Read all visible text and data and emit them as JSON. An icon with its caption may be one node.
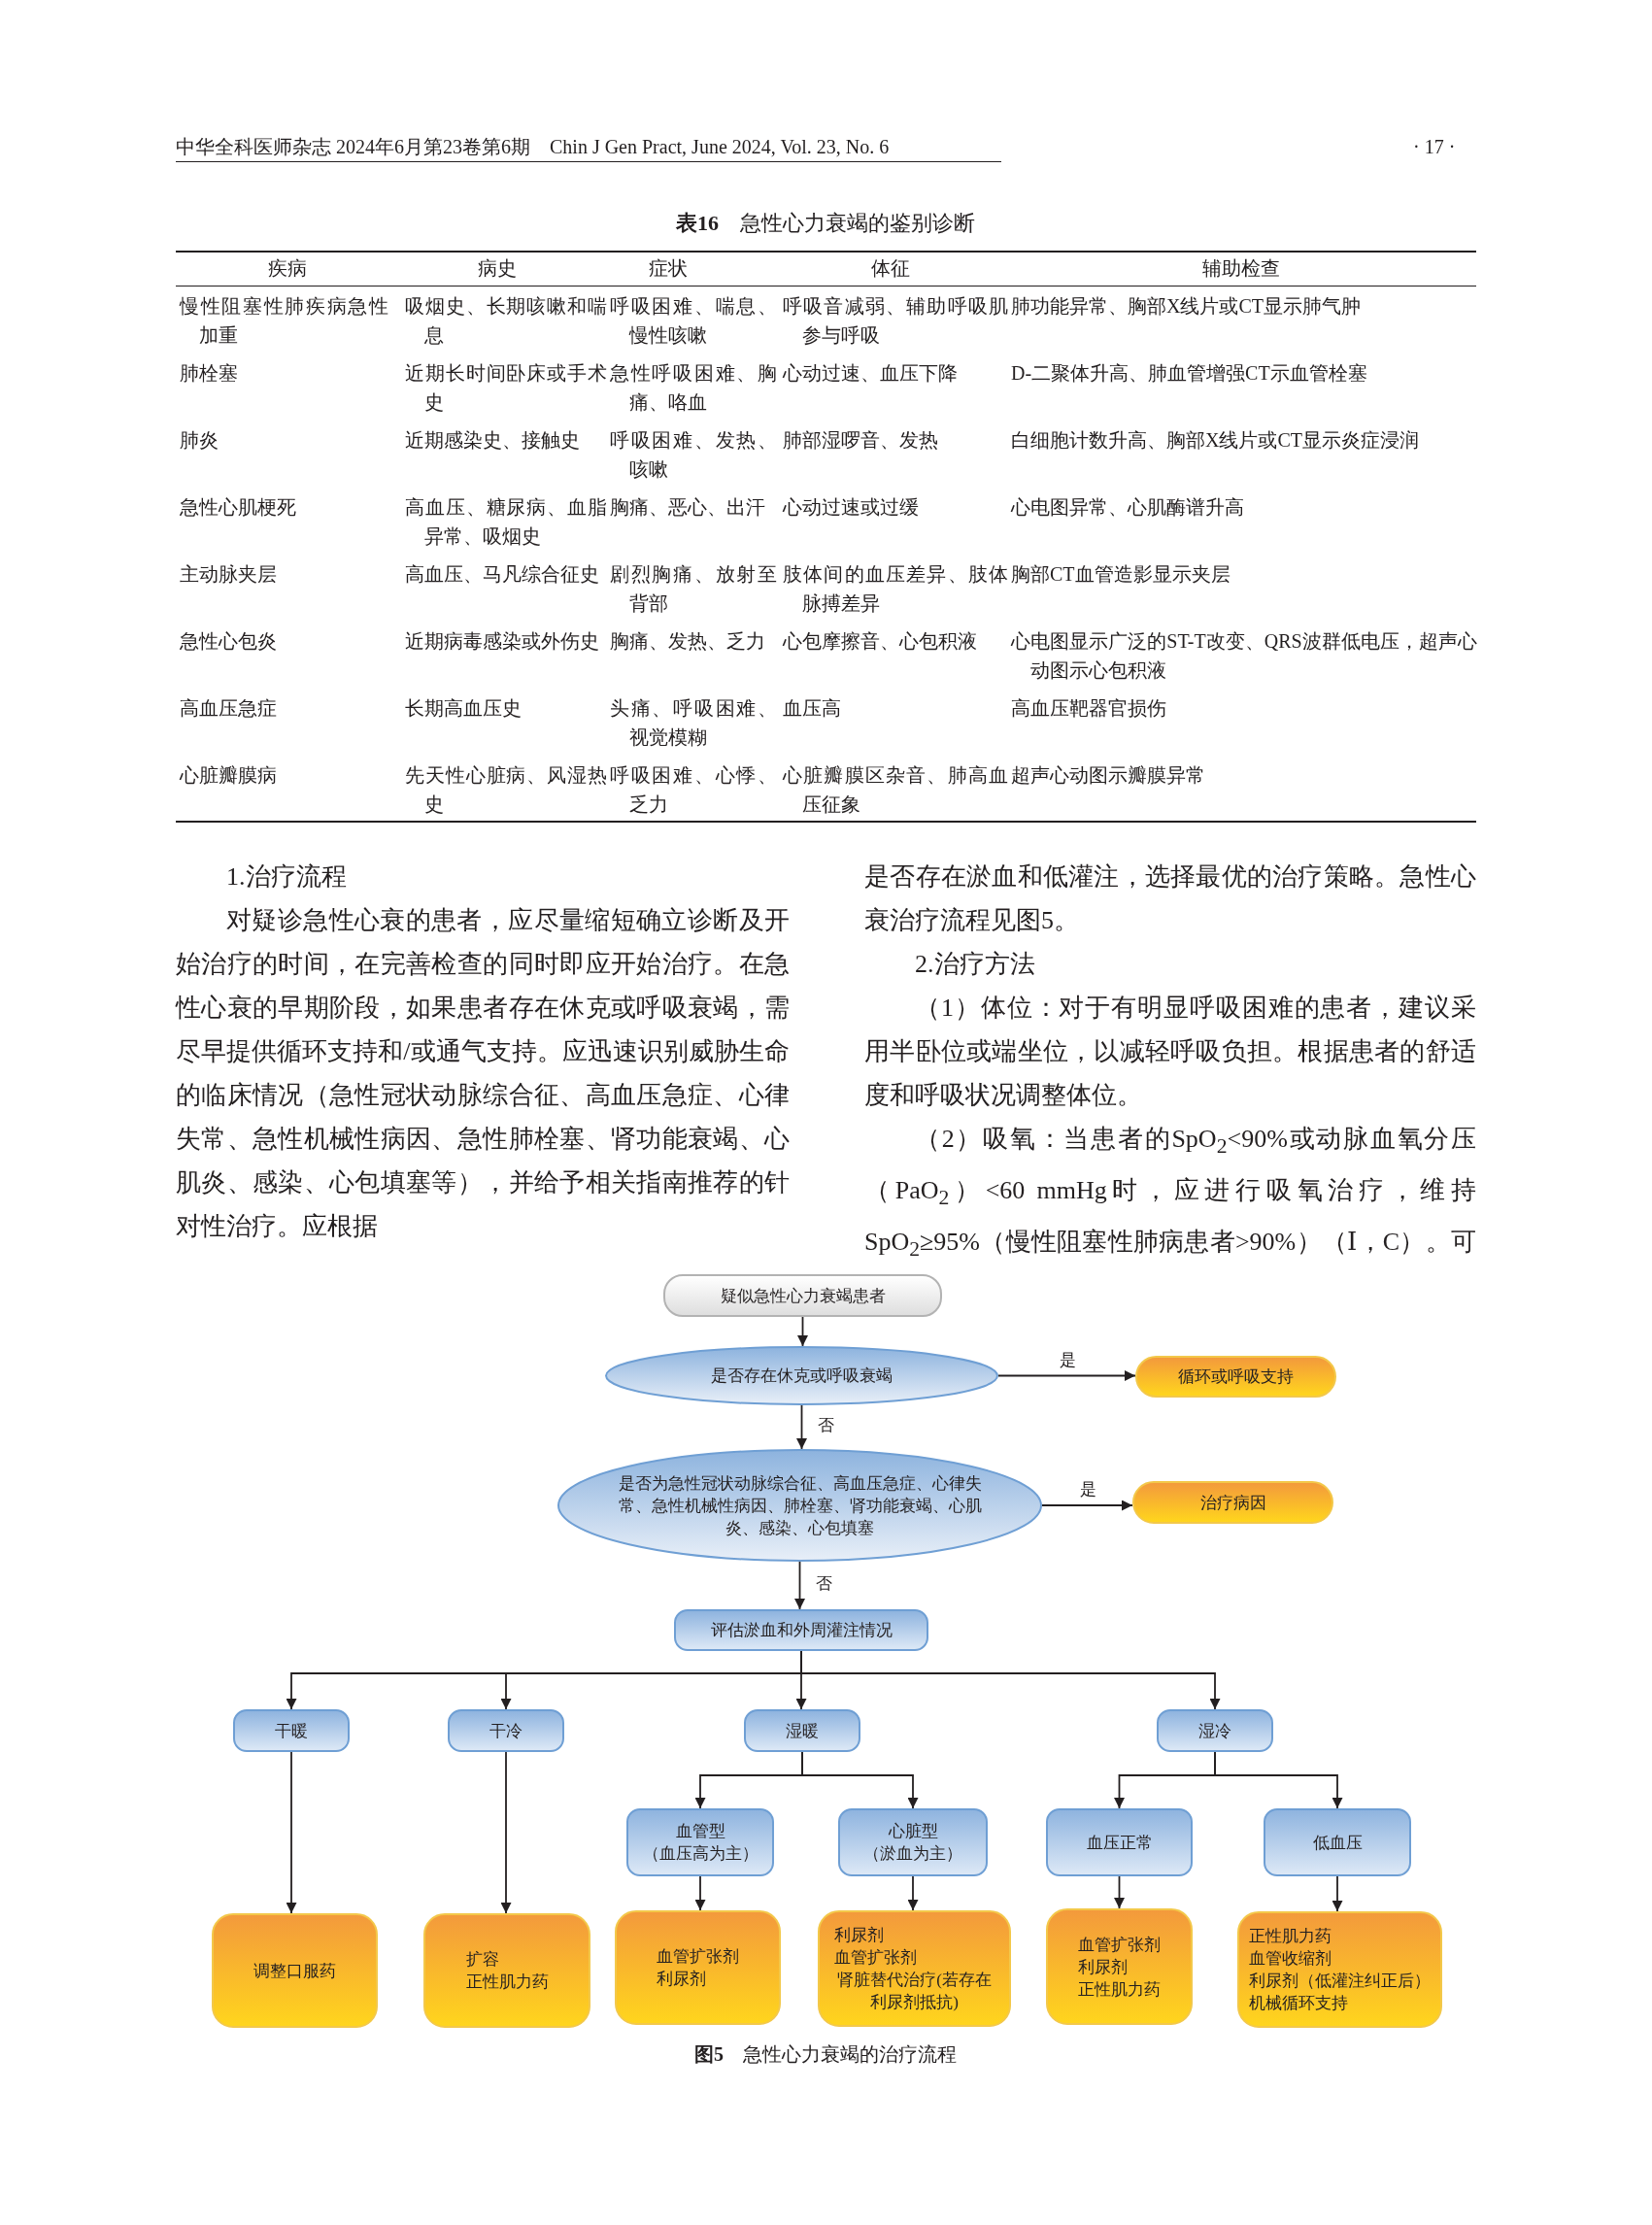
{
  "diagram": {
    "caption": "**图5**　急性心力衰竭的治疗流程",
    "nodes": [
      {
        "text": [
          "疑似急性心力衰竭患者"
        ]
      },
      {
        "text": [
          "是否存在休克或呼吸衰竭"
        ]
      },
      {
        "text": [
          "循环或呼吸支持"
        ]
      },
      {
        "text": [
          "是否为急性冠状动脉综合征、高血压急症、心律失常、急性机械性病因、肺栓塞、肾功能衰竭、心肌炎、感染、心包填塞"
        ]
      },
      {
        "text": [
          "治疗病因"
        ]
      },
      {
        "text": [
          "评估淤血和外周灌注情况"
        ]
      },
      {
        "text": [
          "干暖"
        ]
      },
      {
        "text": [
          "干冷"
        ]
      },
      {
        "text": [
          "湿暖"
        ]
      },
      {
        "text": [
          "湿冷"
        ]
      },
      {
        "text": [
          "血管型",
          "（血压高为主）"
        ]
      },
      {
        "text": [
          "心脏型",
          "（淤血为主）"
        ]
      },
      {
        "text": [
          "血压正常"
        ]
      },
      {
        "text": [
          "低血压"
        ]
      },
      {
        "text": [
          "调整口服药"
        ]
      },
      {
        "text": [
          "扩容",
          "正性肌力药"
        ]
      },
      {
        "text": [
          "血管扩张剂",
          "利尿剂"
        ]
      },
      {
        "text": [
          "利尿剂",
          "血管扩张剂",
          "肾脏替代治疗(若存在利尿剂抵抗)"
        ]
      },
      {
        "text": [
          "血管扩张剂",
          "利尿剂",
          "正性肌力药"
        ]
      },
      {
        "text": [
          "正性肌力药",
          "血管收缩剂",
          "利尿剂（低灌注纠正后）",
          "机械循环支持"
        ]
      }
    ],
    "edges": [
      {
        "from": 0,
        "to": 1,
        "arrow": "to"
      },
      {
        "from": 1,
        "to": 2,
        "arrow": "to",
        "label": "是"
      },
      {
        "from": 1,
        "to": 3,
        "arrow": "to",
        "label": "否"
      },
      {
        "from": 3,
        "to": 4,
        "arrow": "to",
        "label": "是"
      },
      {
        "from": 3,
        "to": 5,
        "arrow": "to",
        "label": "否"
      },
      {
        "from": 5,
        "to": 6,
        "arrow": "to"
      },
      {
        "from": 5,
        "to": 7,
        "arrow": "to"
      },
      {
        "from": 5,
        "to": 8,
        "arrow": "to"
      },
      {
        "from": 5,
        "to": 9,
        "arrow": "to"
      },
      {
        "from": 8,
        "to": 10,
        "arrow": "to"
      },
      {
        "from": 8,
        "to": 11,
        "arrow": "to"
      },
      {
        "from": 9,
        "to": 12,
        "arrow": "to"
      },
      {
        "from": 9,
        "to": 13,
        "arrow": "to"
      },
      {
        "from": 6,
        "to": 14,
        "arrow": "to"
      },
      {
        "from": 7,
        "to": 15,
        "arrow": "to"
      },
      {
        "from": 10,
        "to": 16,
        "arrow": "to"
      },
      {
        "from": 11,
        "to": 17,
        "arrow": "to"
      },
      {
        "from": 12,
        "to": 18,
        "arrow": "to"
      },
      {
        "from": 13,
        "to": 19,
        "arrow": "to"
      }
    ],
    "labels": [
      "中华全科医师杂志 2024年6月第23卷第6期　Chin J Gen Pract, June 2024, Vol. 23, No. 6",
      "· 17 ·",
      "**表16**　急性心力衰竭的鉴别诊断",
      "疾病",
      "病史",
      "症状",
      "体征",
      "辅助检查",
      "慢性阻塞性肺疾病急性加重",
      "吸烟史、长期咳嗽和喘息",
      "呼吸困难、喘息、慢性咳嗽",
      "呼吸音减弱、辅助呼吸肌参与呼吸",
      "肺功能异常、胸部X线片或CT显示肺气肿",
      "肺栓塞",
      "近期长时间卧床或手术史",
      "急性呼吸困难、胸痛、咯血",
      "心动过速、血压下降",
      "D-二聚体升高、肺血管增强CT示血管栓塞",
      "肺炎",
      "近期感染史、接触史",
      "呼吸困难、发热、咳嗽",
      "肺部湿啰音、发热",
      "白细胞计数升高、胸部X线片或CT显示炎症浸润",
      "急性心肌梗死",
      "高血压、糖尿病、血脂异常、吸烟史",
      "胸痛、恶心、出汗",
      "心动过速或过缓",
      "心电图异常、心肌酶谱升高",
      "主动脉夹层",
      "高血压、马凡综合征史",
      "剧烈胸痛、放射至背部",
      "肢体间的血压差异、肢体脉搏差异",
      "胸部CT血管造影显示夹层",
      "急性心包炎",
      "近期病毒感染或外伤史",
      "胸痛、发热、乏力",
      "心包摩擦音、心包积液",
      "心电图显示广泛的ST-T改变、QRS波群低电压，超声心动图示心包积液",
      "高血压急症",
      "长期高血压史",
      "头痛、呼吸困难、视觉模糊",
      "血压高",
      "高血压靶器官损伤",
      "心脏瓣膜病",
      "先天性心脏病、风湿热史",
      "呼吸困难、心悸、乏力",
      "心脏瓣膜区杂音、肺高血压征象",
      "超声心动图示瓣膜异常",
      "1.治疗流程",
      "对疑诊急性心衰的患者，应尽量缩短确立诊断及开始治疗的时间，在完善检查的同时即应开始治疗。在急性心衰的早期阶段，如果患者存在休克或呼吸衰竭，需尽早提供循环支持和/或通气支持。应迅速识别威胁生命的临床情况（急性冠状动脉综合征、高血压急症、心律失常、急性机械性病因、急性肺栓塞、肾功能衰竭、心肌炎、感染、心包填塞等），并给予相关指南推荐的针对性治疗。应根据",
      "是否存在淤血和低灌注，选择最优的治疗策略。急性心衰治疗流程见图5。",
      "2.治疗方法",
      "（1）体位：对于有明显呼吸困难的患者，建议采用半卧位或端坐位，以减轻呼吸负担。根据患者的舒适度和呼吸状况调整体位。",
      "（2）吸氧：当患者的SpO$_{2}$<90%或动脉血氧分压（PaO$_{2}$）<60 mmHg时，应进行吸氧治疗，维持SpO$_{2}$≥95%（慢性阻塞性肺病患者>90%）（Ⅰ，C）。可采用"
    ]
  }
}
